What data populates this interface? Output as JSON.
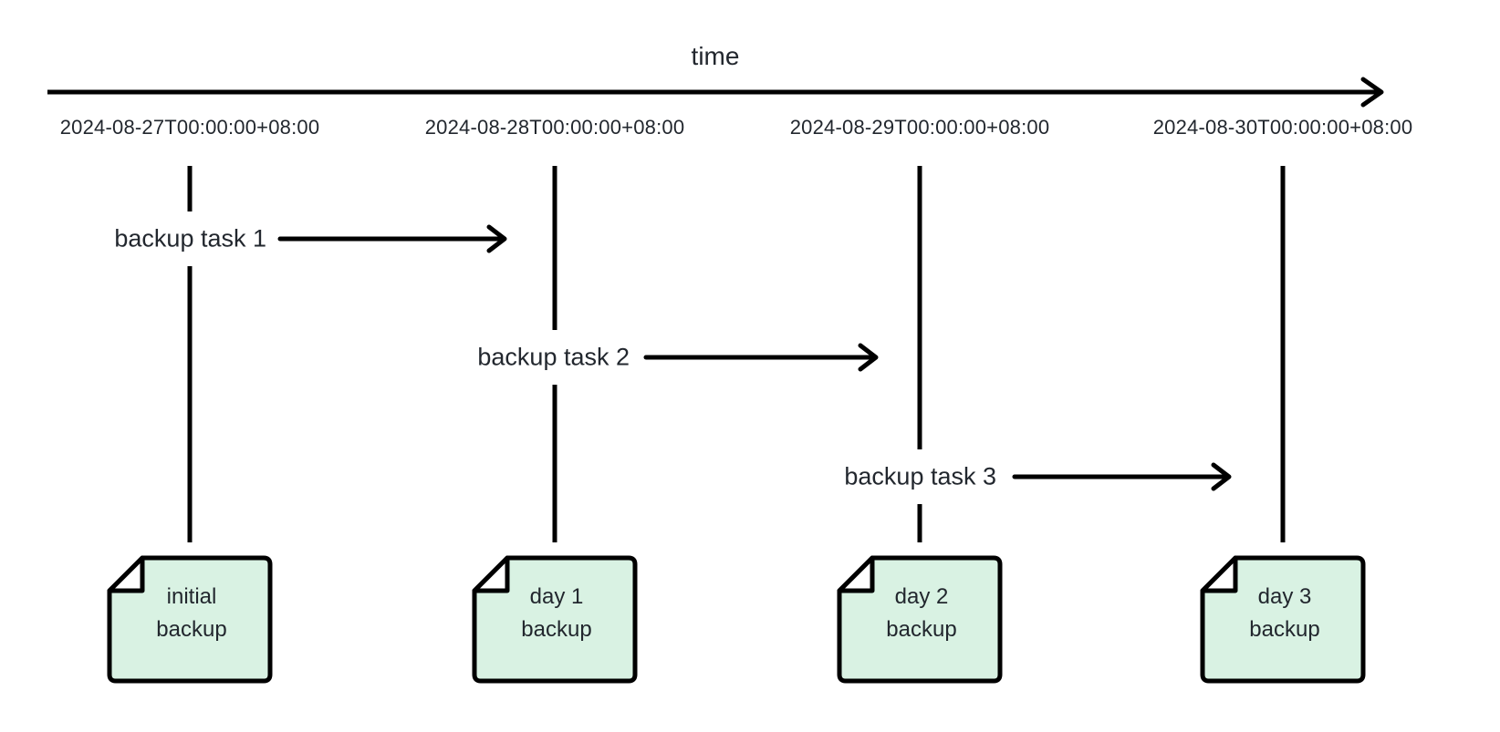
{
  "diagram": {
    "title": "time",
    "colors": {
      "background": "#ffffff",
      "stroke": "#000000",
      "text": "#22272e",
      "note_fill": "#d9f2e3",
      "note_fold_fill": "#ffffff"
    },
    "timeline": {
      "timestamps": [
        "2024-08-27T00:00:00+08:00",
        "2024-08-28T00:00:00+08:00",
        "2024-08-29T00:00:00+08:00",
        "2024-08-30T00:00:00+08:00"
      ]
    },
    "tasks": [
      {
        "label": "backup task 1",
        "from_timestamp_index": 0,
        "to_timestamp_index": 1
      },
      {
        "label": "backup task 2",
        "from_timestamp_index": 1,
        "to_timestamp_index": 2
      },
      {
        "label": "backup task 3",
        "from_timestamp_index": 2,
        "to_timestamp_index": 3
      }
    ],
    "backups": [
      {
        "line1": "initial",
        "line2": "backup",
        "timestamp_index": 0
      },
      {
        "line1": "day 1",
        "line2": "backup",
        "timestamp_index": 1
      },
      {
        "line1": "day 2",
        "line2": "backup",
        "timestamp_index": 2
      },
      {
        "line1": "day 3",
        "line2": "backup",
        "timestamp_index": 3
      }
    ]
  }
}
